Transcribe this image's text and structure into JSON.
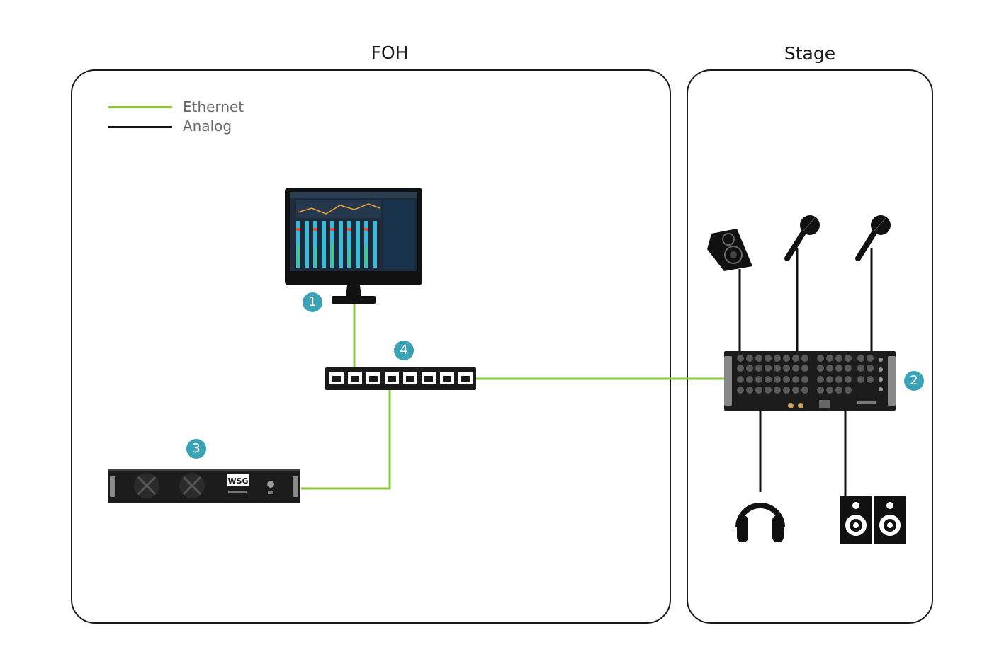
{
  "zones": {
    "foh": {
      "title": "FOH"
    },
    "stage": {
      "title": "Stage"
    }
  },
  "legend": {
    "items": [
      {
        "label": "Ethernet",
        "color": "#8dc63f"
      },
      {
        "label": "Analog",
        "color": "#111111"
      }
    ]
  },
  "badges": {
    "workstation": "1",
    "stagebox": "2",
    "server": "3",
    "switch": "4"
  },
  "server": {
    "logo_text": "WSG"
  },
  "colors": {
    "ethernet": "#8dc63f",
    "analog": "#111111",
    "badge": "#3aa3b5"
  },
  "icons": [
    "monitor-icon",
    "network-switch-icon",
    "server-rack-icon",
    "stage-io-rack-icon",
    "wedge-monitor-speaker-icon",
    "microphone-icon",
    "headphones-icon",
    "studio-speakers-icon"
  ]
}
